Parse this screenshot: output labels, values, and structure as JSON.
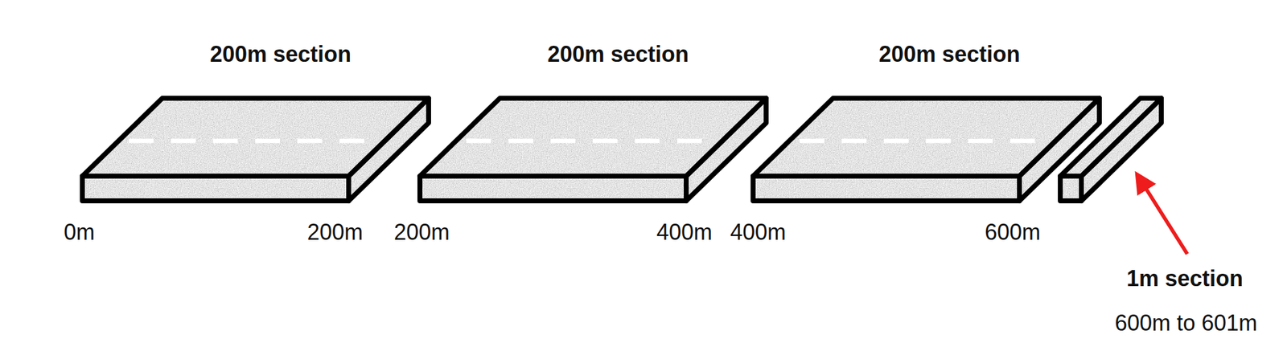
{
  "diagram": {
    "labels": [
      "200m section",
      "200m section",
      "200m section",
      "0m",
      "200m",
      "200m",
      "400m",
      "400m",
      "600m",
      "1m section",
      "600m to 601m"
    ]
  }
}
